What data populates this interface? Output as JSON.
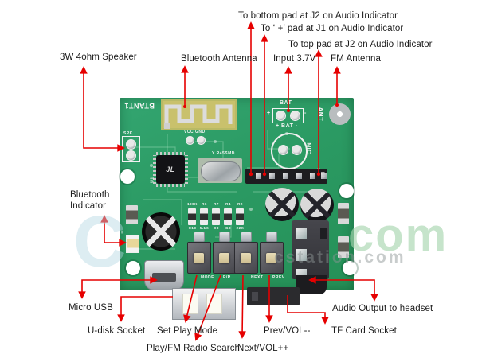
{
  "callouts": {
    "to_bottom_pad": "To bottom pad at J2 on Audio Indicator",
    "to_plus_pad": "To ‘ +’ pad at J1 on Audio Indicator",
    "to_top_pad": "To top pad at J2 on Audio Indicator",
    "speaker": "3W 4ohm Speaker",
    "bluetooth_antenna": "Bluetooth Antenna",
    "input_37v": "Input 3.7V",
    "fm_antenna": "FM Antenna",
    "bluetooth_indicator_line1": "Bluetooth",
    "bluetooth_indicator_line2": "Indicator",
    "micro_usb": "Micro USB",
    "u_disk": "U-disk Socket",
    "set_play_mode": "Set Play Mode",
    "play_fm": "Play/FM Radio Search",
    "next_vol": "Next/VOL++",
    "prev_vol": "Prev/VOL--",
    "tf_card": "TF Card Socket",
    "audio_output": "Audio Output to headset"
  },
  "silkscreen": {
    "btant1": "BTANT1",
    "spk": "SPK",
    "vcc_gnd": "VCC GND",
    "bat": "BAT",
    "bat_plus": "+",
    "bat_minus": "-",
    "bat_row": "+ BAT -",
    "mic": "MIC",
    "ant": "ANT",
    "p2": "P2",
    "u1": "U1",
    "chip_logo": "JL",
    "crystal": "Y R45SMD",
    "led_plus": "+",
    "btn_mode": "MODE",
    "btn_pp": "P/P",
    "btn_next": "NEXT",
    "btn_prev": "PREV",
    "res_top": [
      "100K",
      "R6",
      "R7",
      "R4",
      "R2"
    ],
    "res_bottom": [
      "C13",
      "5.1K",
      "C8",
      "G8",
      "22K"
    ]
  },
  "watermark": {
    "big_green": "com",
    "gray": "cstation.com",
    "faint_letter": "C"
  },
  "colors": {
    "pcb_green": "#2b9a63",
    "annotation_red": "#e60000",
    "watermark_green": "#bcdcbe",
    "watermark_gray": "#9aa0a0"
  }
}
